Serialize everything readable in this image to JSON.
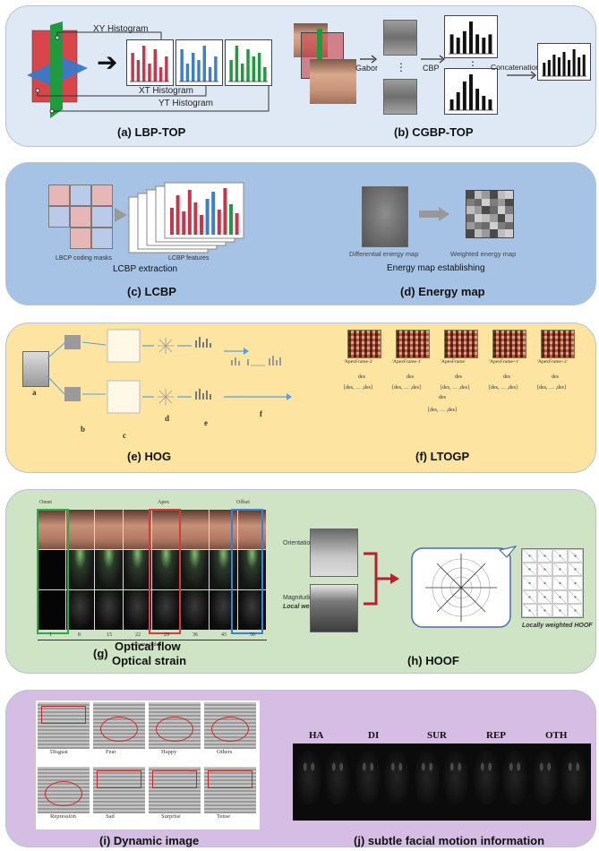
{
  "panels": {
    "a": {
      "caption": "(a) LBP-TOP",
      "xy_label": "XY Histogram",
      "xt_label": "XT Histogram",
      "yt_label": "YT Histogram",
      "hist_red": [
        8,
        6,
        10,
        5,
        9,
        4,
        7
      ],
      "hist_blue": [
        9,
        5,
        8,
        6,
        10,
        4,
        7
      ],
      "hist_green": [
        6,
        10,
        5,
        9,
        7,
        8,
        4
      ]
    },
    "b": {
      "caption": "(b) CGBP-TOP",
      "gabor_label": "Gabor",
      "cbp_label": "CBP",
      "concat_label": "Concatenation",
      "hist_top": [
        6,
        5,
        7,
        10,
        6,
        5,
        6
      ],
      "hist_bottom": [
        3,
        5,
        8,
        10,
        6,
        4,
        3
      ],
      "hist_concat": [
        5,
        6,
        8,
        7,
        9,
        6,
        10,
        7,
        8
      ]
    },
    "c": {
      "caption": "(c) LCBP",
      "masks_label": "LBCP coding masks",
      "features_label": "LCBP features",
      "extraction_label": "LCBP extraction"
    },
    "d": {
      "caption": "(d) Energy map",
      "diff_label": "Differential energy map",
      "weighted_label": "Weighted energy  map",
      "establish_label": "Energy map establishing"
    },
    "e": {
      "caption": "(e) HOG",
      "letters": [
        "a",
        "b",
        "c",
        "d",
        "e",
        "f"
      ]
    },
    "f": {
      "caption": "(f) LTOGP",
      "frames": [
        "'ApexFrame-2'",
        "'ApexFrame-1'",
        "'ApexFrame'",
        "'ApexFrame+1'",
        "'ApexFrame+2'"
      ],
      "des_label": "des"
    },
    "g": {
      "caption_letter": "(g)",
      "caption_line1": "Optical flow",
      "caption_line2": "Optical strain",
      "onset": "Onset",
      "apex": "Apex",
      "offset": "Offset",
      "frame_index": "Frame index",
      "frame_numbers": [
        "1",
        "8",
        "15",
        "22",
        "29",
        "36",
        "43",
        "50"
      ]
    },
    "h": {
      "caption": "(h) HOOF",
      "orientation": "Orientation, θ",
      "magnitude": "Magnitude, ρ",
      "local_weight": "Local weight",
      "locally_weighted": "Locally weighted HOOF"
    },
    "i": {
      "caption": "(i) Dynamic image",
      "row1": [
        "Disgust",
        "Fear",
        "Happy",
        "Others"
      ],
      "row2": [
        "Repression",
        "Sad",
        "Surprise",
        "Tense"
      ]
    },
    "j": {
      "caption": "(j) subtle facial motion information",
      "labels": [
        "HA",
        "DI",
        "SUR",
        "REP",
        "OTH"
      ]
    }
  },
  "colors": {
    "panel_blue_light": "#dfe9f5",
    "panel_blue_mid": "#a6c3e6",
    "panel_yellow": "#fde4a0",
    "panel_green": "#cfe4c4",
    "panel_purple": "#d5bde3",
    "hist_red": "#c8364a",
    "hist_blue": "#3f7fc7",
    "hist_green": "#1f9a3e"
  }
}
